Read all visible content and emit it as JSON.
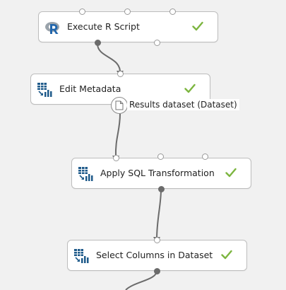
{
  "colors": {
    "background": "#f1f1f1",
    "connector": "#6b6b6b",
    "check": "#7cb53f",
    "icon_blue": "#1e5a8a"
  },
  "modules": [
    {
      "label": "Execute R Script",
      "icon": "r-logo-icon",
      "status": "completed"
    },
    {
      "label": "Edit Metadata",
      "icon": "dataset-module-icon",
      "status": "completed"
    },
    {
      "label": "Apply SQL Transformation",
      "icon": "dataset-module-icon",
      "status": "completed"
    },
    {
      "label": "Select Columns in Dataset",
      "icon": "dataset-module-icon",
      "status": "completed"
    }
  ],
  "tooltip": {
    "label": "Results dataset (Dataset)",
    "icon": "document-icon"
  }
}
